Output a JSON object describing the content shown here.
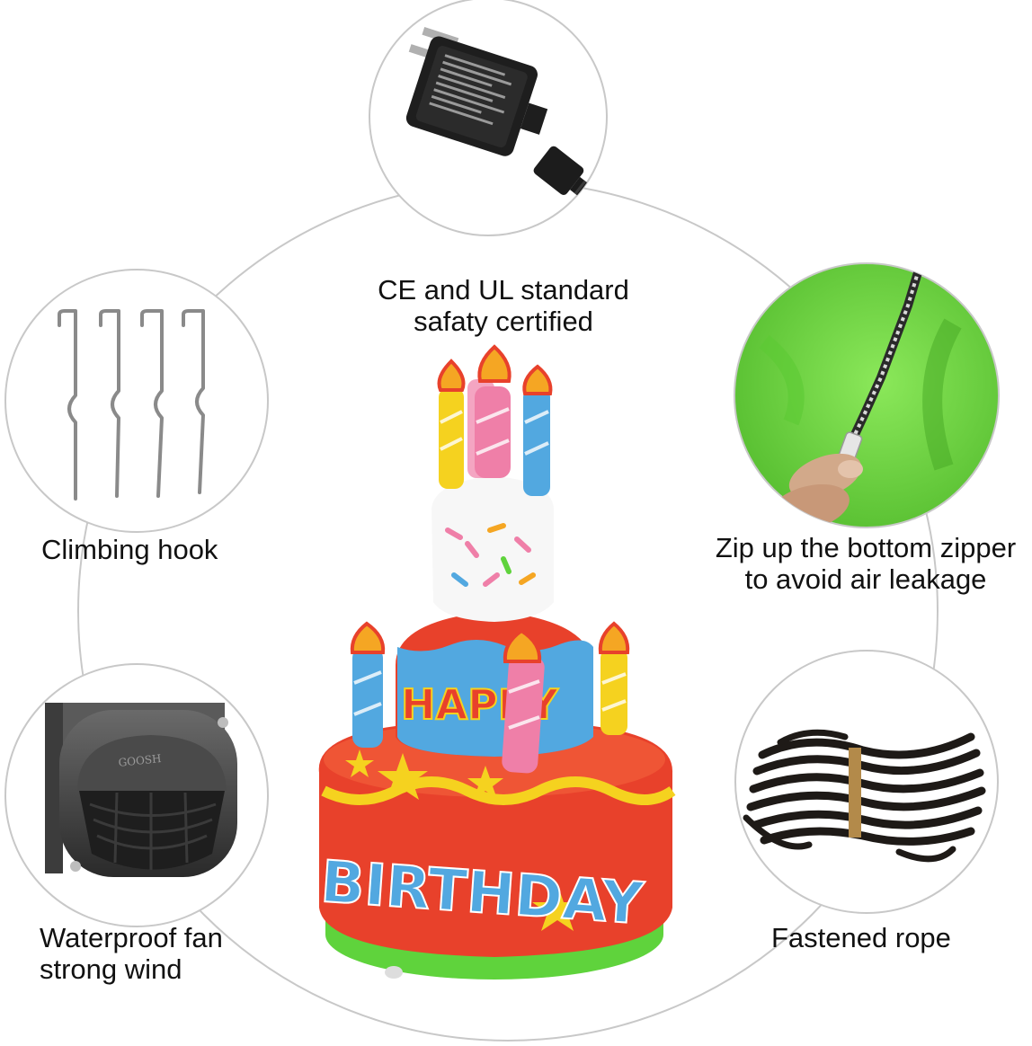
{
  "features": {
    "power": {
      "lines": [
        "CE and UL standard",
        "safaty certified"
      ],
      "icon": "power-adapter"
    },
    "hook": {
      "lines": [
        "Climbing hook"
      ],
      "icon": "ground-stake-hooks"
    },
    "zipper": {
      "lines": [
        "Zip up the bottom zipper",
        "to avoid air leakage"
      ],
      "icon": "zipper"
    },
    "fan": {
      "lines": [
        "Waterproof fan",
        "strong wind"
      ],
      "icon": "blower-fan",
      "brand_text": "GOOSH"
    },
    "rope": {
      "lines": [
        "Fastened rope"
      ],
      "icon": "rope-coil"
    }
  },
  "product": {
    "icon": "inflatable-birthday-cake",
    "banner_top": "HAPPY",
    "banner_bottom": "BIRTHDAY"
  },
  "colors": {
    "ring": "#c8c8c8",
    "cake_red": "#e8412b",
    "cake_green": "#5fd33c",
    "cake_blue": "#52a8e0",
    "zipper_fabric": "#7fe04a"
  }
}
